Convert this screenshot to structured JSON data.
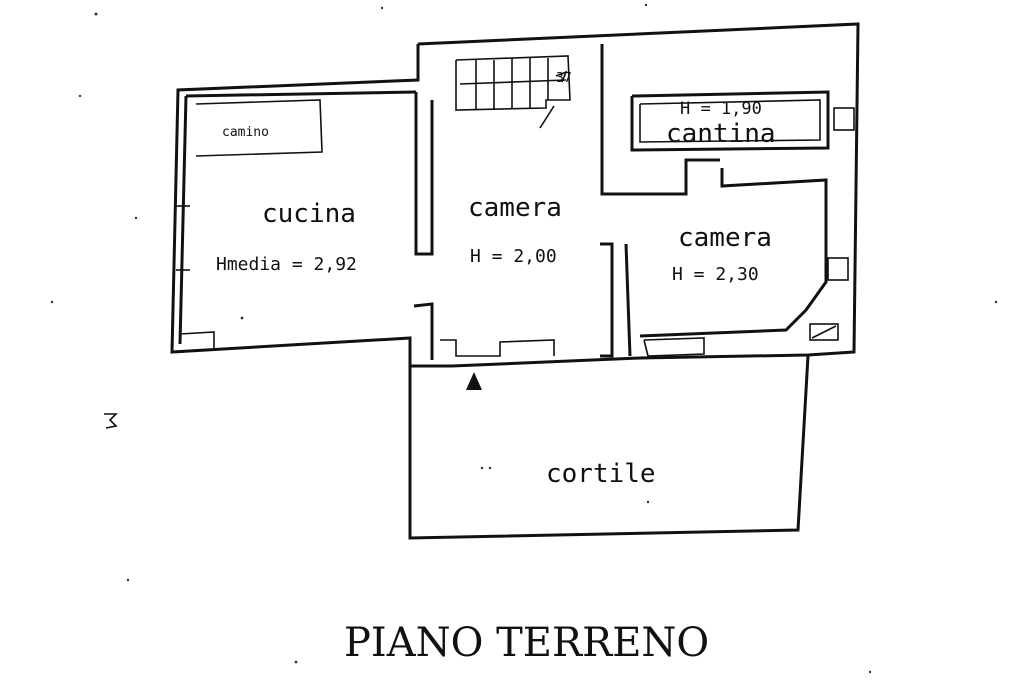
{
  "plan": {
    "title": "PIANO TERRENO",
    "rooms": [
      {
        "id": "cucina",
        "name": "cucina",
        "height_text": "Hmedia = 2,92"
      },
      {
        "id": "camino",
        "name": "camino"
      },
      {
        "id": "camera-center",
        "name": "camera",
        "height_text": "H = 2,00"
      },
      {
        "id": "cantina",
        "name": "cantina",
        "height_text": "H = 1,90"
      },
      {
        "id": "camera-right",
        "name": "camera",
        "height_text": "H = 2,30"
      },
      {
        "id": "cortile",
        "name": "cortile"
      }
    ],
    "stair_marker": "37"
  },
  "colors": {
    "ink": "#111111",
    "paper": "#ffffff"
  }
}
